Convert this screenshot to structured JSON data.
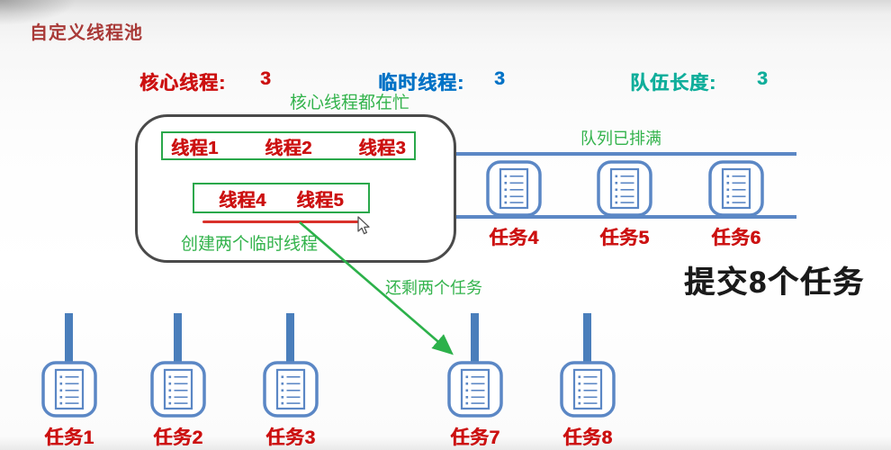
{
  "title": "自定义线程池",
  "stats": {
    "core": {
      "label": "核心线程:",
      "value": "3"
    },
    "temp": {
      "label": "临时线程:",
      "value": "3"
    },
    "queue": {
      "label": "队伍长度:",
      "value": "3"
    }
  },
  "notes": {
    "core_busy": "核心线程都在忙",
    "create_temp": "创建两个临时线程",
    "queue_full": "队列已排满",
    "remaining": "还剩两个任务",
    "submit": "提交8个任务"
  },
  "pool": {
    "core_threads": [
      "线程1",
      "线程2",
      "线程3"
    ],
    "temp_threads": [
      "线程4",
      "线程5"
    ]
  },
  "queue_tasks": [
    "任务4",
    "任务5",
    "任务6"
  ],
  "waiting_tasks": [
    "任务1",
    "任务2",
    "任务3",
    "任务7",
    "任务8"
  ],
  "colors": {
    "red_text": "#cc1111",
    "blue_text": "#0072c6",
    "teal_text": "#10ae9b",
    "green_note": "#33b34c",
    "task_blue": "#5b87c5",
    "stem_blue": "#4a7ebb",
    "title_red": "#a93a38",
    "underline_red": "#d9312b",
    "black_text": "#1a1a1a",
    "pool_border": "#4a4a4a",
    "thread_box_green": "#2aa84b"
  }
}
